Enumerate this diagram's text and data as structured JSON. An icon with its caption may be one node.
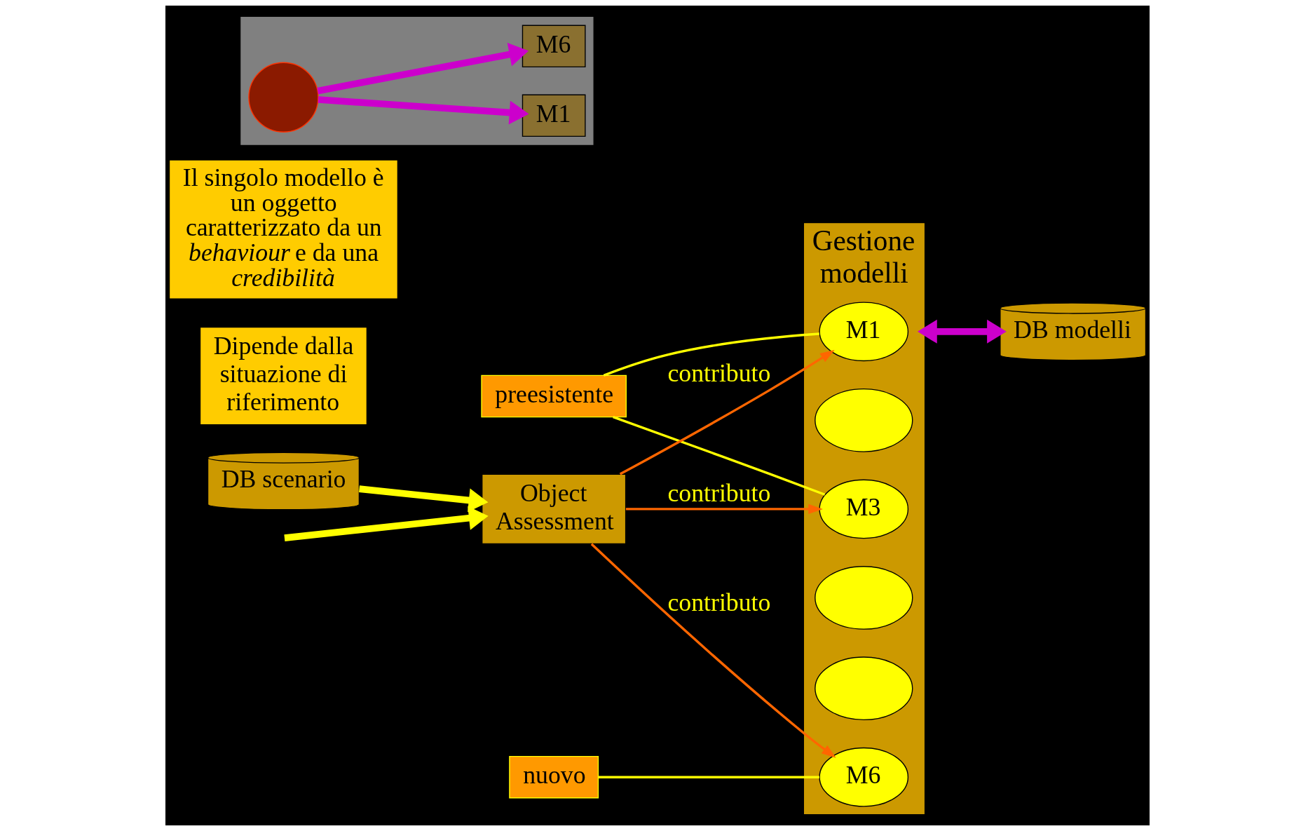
{
  "diagram": {
    "nodes": [
      {
        "text": [
          "Gestione modelli"
        ]
      },
      {
        "text": [
          "M1"
        ],
        "in": 0
      },
      {
        "text": [],
        "shape": "circle",
        "in": 0
      },
      {
        "text": [
          "M3"
        ],
        "in": 0
      },
      {
        "text": [],
        "shape": "circle",
        "in": 0
      },
      {
        "text": [],
        "shape": "circle",
        "in": 0
      },
      {
        "text": [
          "M6"
        ],
        "in": 0
      },
      {
        "text": [
          "DB modelli"
        ]
      },
      {
        "text": [
          "preesistente"
        ]
      },
      {
        "text": [
          "nuovo"
        ]
      },
      {
        "text": [
          "Dipende dalla situazione di riferimento"
        ]
      },
      {
        "text": [
          "Object Assessment"
        ]
      },
      {
        "text": [
          "DB scenario"
        ]
      },
      {
        "text": [
          "Il singolo modello è un oggetto caratterizzato da un *behaviour* e da una *credibilità*"
        ]
      },
      {
        "text": [],
        "shape": "picture"
      },
      {
        "text": [
          "M1"
        ],
        "in": 14
      },
      {
        "text": [
          "M6"
        ],
        "in": 14
      },
      {
        "text": [],
        "shape": "circle",
        "in": 14
      }
    ],
    "edges": [
      {
        "from": null,
        "to": 11,
        "arrow": "to",
        "style": "thick"
      },
      {
        "from": 12,
        "to": 11,
        "arrow": "to",
        "style": "thick"
      },
      {
        "from": 11,
        "to": 1,
        "arrow": "to",
        "label": "contributo",
        "color": "#ff6600"
      },
      {
        "from": 11,
        "to": 3,
        "arrow": "to",
        "label": "contributo",
        "color": "#ff6600"
      },
      {
        "from": 11,
        "to": 6,
        "arrow": "to",
        "label": "contributo",
        "color": "#ff6600"
      },
      {
        "from": 0,
        "to": 7,
        "arrow": "both",
        "style": "thick",
        "color": "#cc00cc"
      },
      {
        "from": 8,
        "to": 1,
        "arrow": "none"
      },
      {
        "from": 8,
        "to": 3,
        "arrow": "none"
      },
      {
        "from": 9,
        "to": 6,
        "arrow": "none"
      },
      {
        "from": 17,
        "to": 15,
        "arrow": "to",
        "style": "thick",
        "color": "#cc00cc"
      },
      {
        "from": 17,
        "to": 16,
        "arrow": "to",
        "style": "thick",
        "color": "#cc00cc"
      }
    ]
  }
}
